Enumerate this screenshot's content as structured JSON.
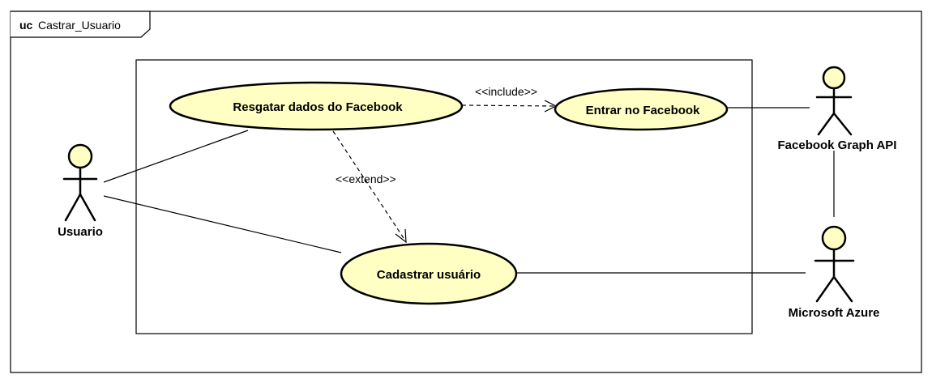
{
  "frame": {
    "keyword": "uc",
    "name": "Castrar_Usuario"
  },
  "use_cases": {
    "resgatar": "Resgatar dados do Facebook",
    "entrar": "Entrar no Facebook",
    "cadastrar": "Cadastrar usuário"
  },
  "actors": {
    "usuario": "Usuario",
    "facebook_api": "Facebook Graph API",
    "azure": "Microsoft Azure"
  },
  "relations": {
    "include": "<<include>>",
    "extend": "<<extend>>"
  },
  "colors": {
    "fill": "#ffffc4",
    "stroke": "#000000"
  }
}
